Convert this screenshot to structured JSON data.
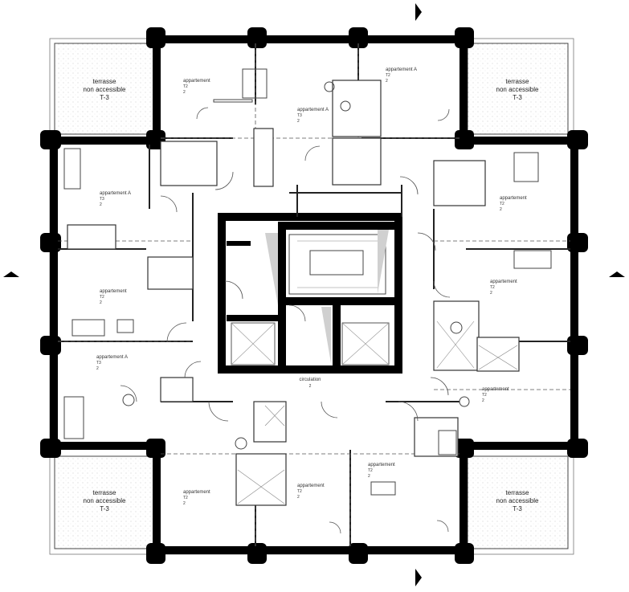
{
  "terraces": [
    {
      "title": "terrasse",
      "subtitle": "non accessible",
      "code": "T-3"
    },
    {
      "title": "terrasse",
      "subtitle": "non accessible",
      "code": "T-3"
    },
    {
      "title": "terrasse",
      "subtitle": "non accessible",
      "code": "T-3"
    },
    {
      "title": "terrasse",
      "subtitle": "non accessible",
      "code": "T-3"
    }
  ],
  "apartments": [
    {
      "name": "appartement",
      "type": "T2",
      "area": "2"
    },
    {
      "name": "appartement A",
      "type": "T2",
      "area": "2"
    },
    {
      "name": "appartement A",
      "type": "T3",
      "area": "2"
    },
    {
      "name": "appartement A",
      "type": "T3",
      "area": "2"
    },
    {
      "name": "appartement",
      "type": "T2",
      "area": "2"
    },
    {
      "name": "appartement A",
      "type": "T3",
      "area": "2"
    },
    {
      "name": "appartement",
      "type": "T2",
      "area": "2"
    },
    {
      "name": "appartement",
      "type": "T2",
      "area": "2"
    },
    {
      "name": "appartement",
      "type": "T2",
      "area": "2"
    },
    {
      "name": "appartement",
      "type": "T2",
      "area": "2"
    },
    {
      "name": "appartement",
      "type": "T2",
      "area": "2"
    },
    {
      "name": "appartement",
      "type": "T2",
      "area": "2"
    }
  ],
  "circulation": {
    "name": "circulation",
    "area": "2"
  },
  "colors": {
    "wall": "#000000",
    "line": "#555555",
    "hatch": "#cfcfcf",
    "shade": "#d0d0d0"
  }
}
